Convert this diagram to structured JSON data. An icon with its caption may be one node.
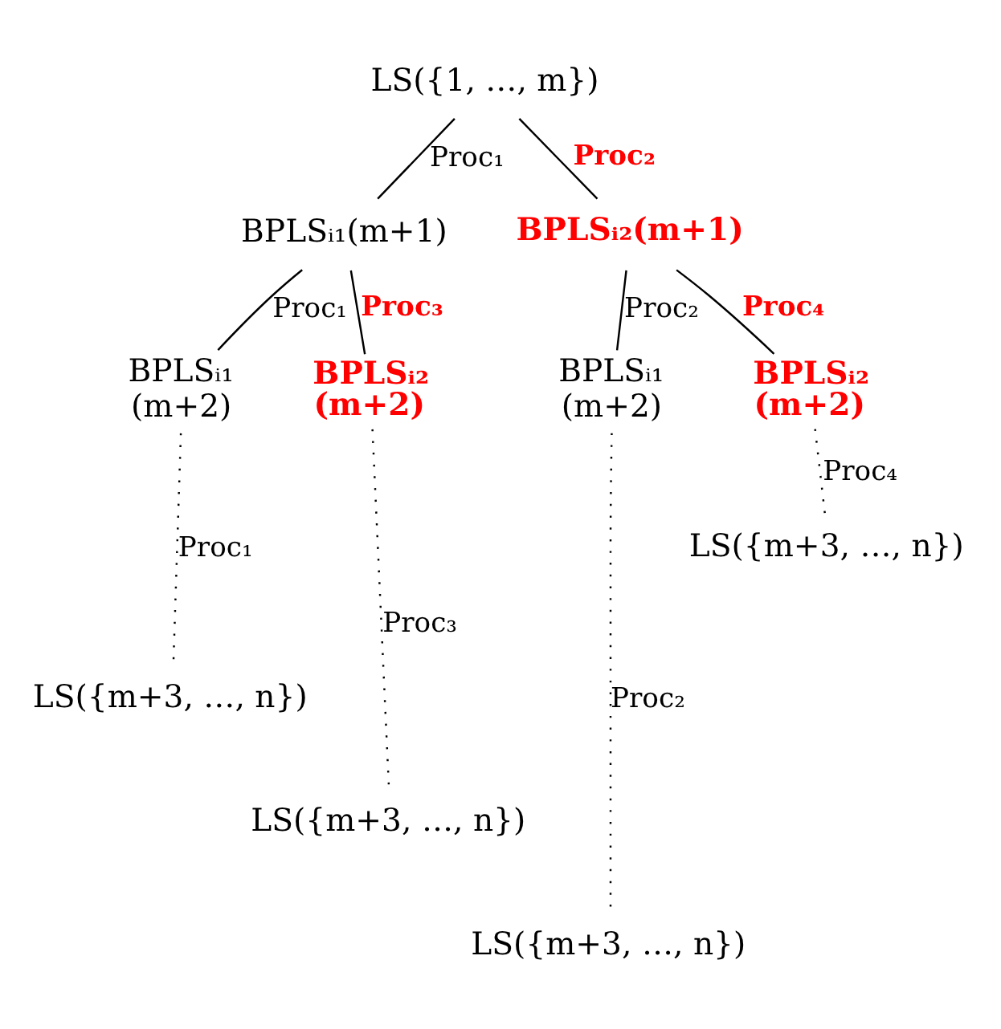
{
  "diagram": {
    "nodes": [
      {
        "text": [
          "LS({1, …, m})"
        ]
      },
      {
        "text": [
          "BPLSᵢ₁(m+1)"
        ]
      },
      {
        "text": [
          "BPLSᵢ₂(m+1)"
        ]
      },
      {
        "text": [
          "BPLSᵢ₁ (m+2)"
        ]
      },
      {
        "text": [
          "BPLSᵢ₂ (m+2)"
        ]
      },
      {
        "text": [
          "BPLSᵢ₁ (m+2)"
        ]
      },
      {
        "text": [
          "BPLSᵢ₂ (m+2)"
        ]
      },
      {
        "text": [
          "LS({m+3, …, n})"
        ]
      },
      {
        "text": [
          "LS({m+3, …, n})"
        ]
      },
      {
        "text": [
          "LS({m+3, …, n})"
        ]
      },
      {
        "text": [
          "LS({m+3, …, n})"
        ]
      }
    ],
    "edges": [
      {
        "from": 0,
        "to": 1,
        "arrow": "none",
        "label": "Proc₁"
      },
      {
        "from": 0,
        "to": 2,
        "arrow": "none",
        "label": "Proc₂"
      },
      {
        "from": 1,
        "to": 3,
        "arrow": "none",
        "label": "Proc₁"
      },
      {
        "from": 1,
        "to": 4,
        "arrow": "none",
        "label": "Proc₃"
      },
      {
        "from": 2,
        "to": 5,
        "arrow": "none",
        "label": "Proc₂"
      },
      {
        "from": 2,
        "to": 6,
        "arrow": "none",
        "label": "Proc₄"
      },
      {
        "from": 3,
        "to": 7,
        "arrow": "none",
        "label": "Proc₁",
        "style": "dashed"
      },
      {
        "from": 4,
        "to": 8,
        "arrow": "none",
        "label": "Proc₃",
        "style": "dashed"
      },
      {
        "from": 5,
        "to": 9,
        "arrow": "none",
        "label": "Proc₂",
        "style": "dashed"
      },
      {
        "from": 6,
        "to": 10,
        "arrow": "none",
        "label": "Proc₄",
        "style": "dashed"
      }
    ]
  }
}
